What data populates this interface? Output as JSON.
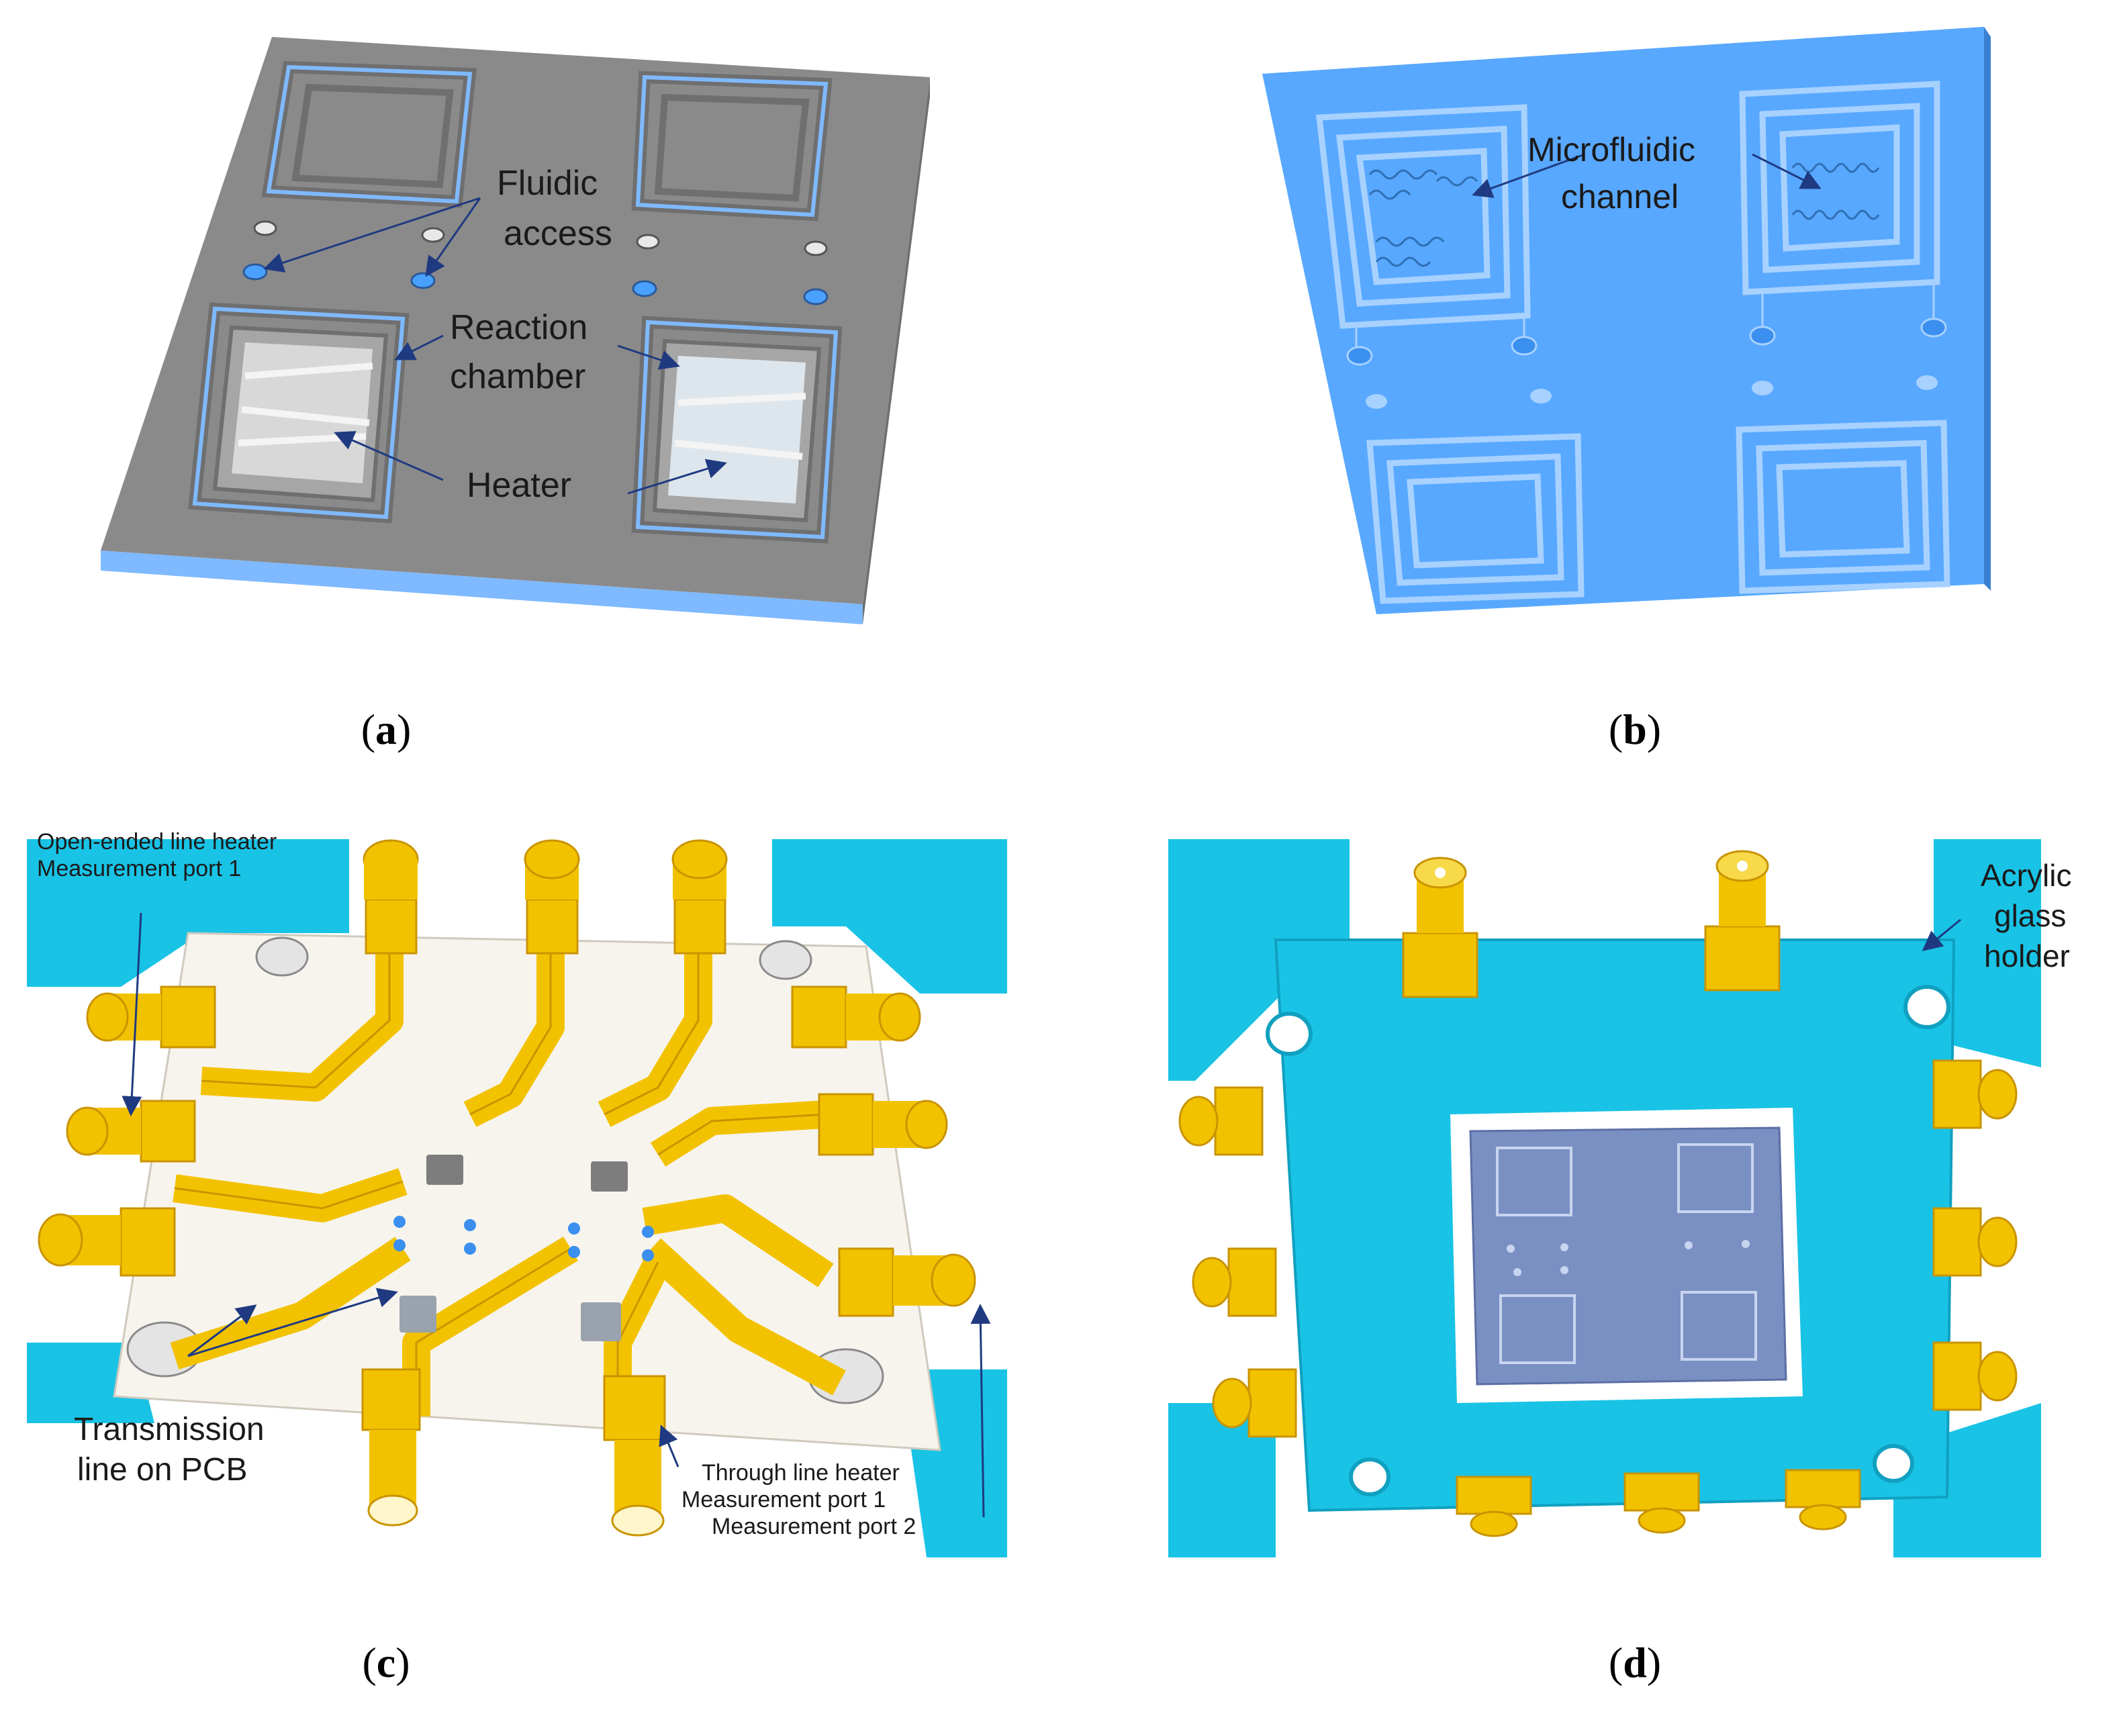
{
  "colors": {
    "chip_gray": "#8a8a8a",
    "chip_blue": "#5aa9ff",
    "pcb_white": "#f7f4ee",
    "gold": "#f2c200",
    "gold_dark": "#c99400",
    "holder_cyan": "#19c3e6"
  },
  "panel_a": {
    "labels": {
      "fluidic_1": "Fluidic",
      "fluidic_2": "access",
      "reaction_1": "Reaction",
      "reaction_2": "chamber",
      "heater": "Heater"
    },
    "caption_letter": "a"
  },
  "panel_b": {
    "labels": {
      "micro_1": "Microfluidic",
      "micro_2": "channel"
    },
    "caption_letter": "b"
  },
  "panel_c": {
    "labels": {
      "open_1": "Open-ended line heater",
      "open_2": "Measurement port 1",
      "trans_1": "Transmission",
      "trans_2": "line on PCB",
      "through_1": "Through line heater",
      "through_2": "Measurement port 1",
      "through_3": "Measurement port 2"
    },
    "caption_letter": "c"
  },
  "panel_d": {
    "labels": {
      "acrylic_1": "Acrylic",
      "acrylic_2": "glass",
      "acrylic_3": "holder"
    },
    "caption_letter": "d"
  }
}
